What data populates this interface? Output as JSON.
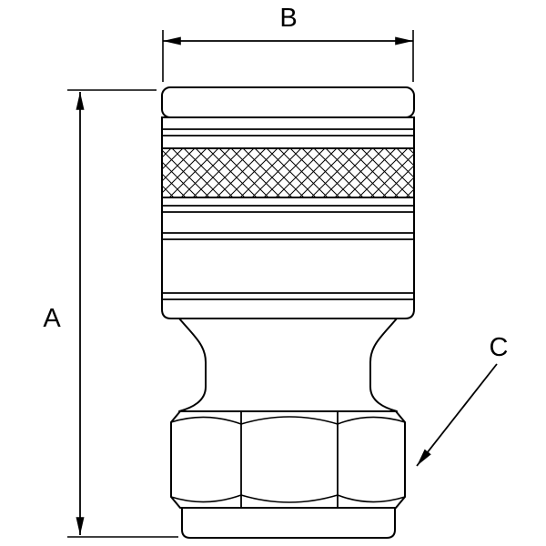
{
  "drawing": {
    "type": "technical-drawing-quick-coupling",
    "dimension_labels": {
      "vertical": "A",
      "horizontal_top": "B"
    },
    "callout_label": "C",
    "colors": {
      "line": "#000000",
      "background": "#ffffff"
    }
  }
}
